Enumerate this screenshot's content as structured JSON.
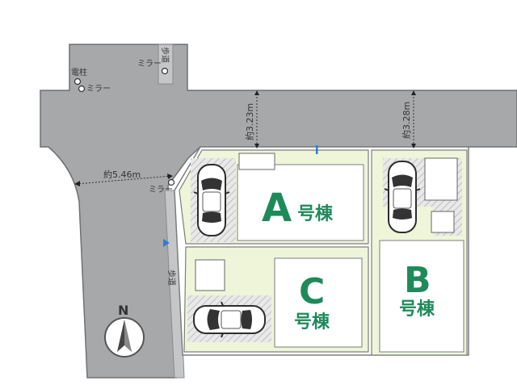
{
  "map": {
    "lots": [
      {
        "letter": "A",
        "suffix": "号棟"
      },
      {
        "letter": "B",
        "suffix": "号棟"
      },
      {
        "letter": "C",
        "suffix": "号棟"
      }
    ],
    "labels": {
      "pole": "電柱",
      "mirror": "ミラー",
      "sidewalk": "歩道",
      "road_width": "約5.46m",
      "frontage_a": "約3.23m",
      "frontage_b": "約3.28m",
      "north": "N"
    },
    "colors": {
      "road": "#a6a8aa",
      "road_edge": "#6f7173",
      "lot_fill": "#eef5d9",
      "lot_border": "#7d7d7d",
      "lot_label": "#1e8a5a",
      "entrance_mark": "#2a7fd4"
    },
    "icons": [
      "car-icon",
      "compass-icon",
      "mirror-icon",
      "pole-icon",
      "arrow-icon"
    ]
  }
}
